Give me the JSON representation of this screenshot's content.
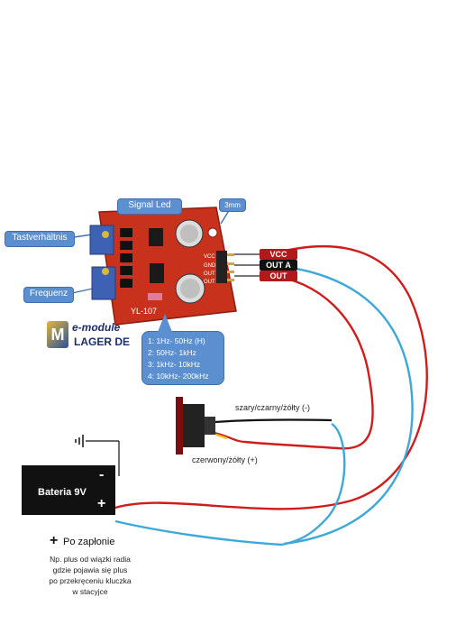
{
  "callouts": {
    "signal_led": "Signal Led",
    "three_mm": "3mm",
    "tastverhaltnis": "Tastverhältnis",
    "frequenz": "Frequenz"
  },
  "board": {
    "marking": "YL-107",
    "pins": [
      "VCC",
      "GND",
      "OUT",
      "OUT"
    ]
  },
  "wire_tags": {
    "vcc": "VCC",
    "out_a": "OUT A",
    "out": "OUT"
  },
  "logo": {
    "line1": "e-module",
    "line2": "LAGER DE"
  },
  "ranges": [
    "1: 1Hz- 50Hz (H)",
    "2: 50Hz- 1kHz",
    "3: 1kHz- 10kHz",
    "4: 10kHz- 200kHz"
  ],
  "buzzer": {
    "neg_label": "szary/czarny/żółty (-)",
    "pos_label": "czerwony/żółty (+)"
  },
  "battery": {
    "label": "Bateria 9V",
    "minus": "-",
    "plus": "+"
  },
  "ignition": {
    "plus_symbol": "+",
    "title": "Po zapłonie",
    "note": [
      "Np. plus od wiązki radia",
      "gdzie pojawia się plus",
      "po przekręceniu kluczka",
      "w stacyjce"
    ]
  },
  "colors": {
    "red_wire": "#d01c1c",
    "blue_wire": "#3ea8d8",
    "board_red": "#c8321c",
    "callout_blue": "#5b8fd0"
  }
}
